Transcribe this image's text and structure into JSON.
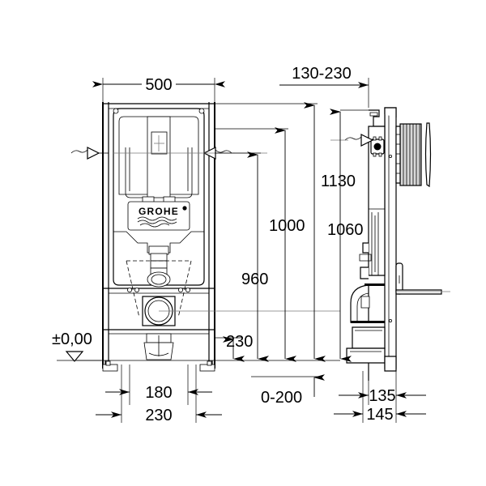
{
  "drawing": {
    "title": "GROHE Rapid SL installation frame dimension drawing",
    "manufacturer_logo": "GROHE",
    "datum_label": "±0,00",
    "ink_color": "#000000",
    "background_color": "#ffffff",
    "accent_gray": "#7a7a7a"
  },
  "dimensions": {
    "width_top": "500",
    "depth_top": "130-230",
    "height_1130": "1130",
    "height_1000": "1000",
    "height_1060": "1060",
    "height_960": "960",
    "height_230": "230",
    "offset_0_200": "0-200",
    "base_180": "180",
    "base_230": "230",
    "side_135": "135",
    "side_145": "145"
  },
  "icons": {
    "break_symbol": "break-line-icon",
    "datum_triangle": "datum-level-icon",
    "arrow": "dimension-arrow-icon"
  },
  "views": {
    "front": "front-elevation-view",
    "side": "side-section-view"
  }
}
